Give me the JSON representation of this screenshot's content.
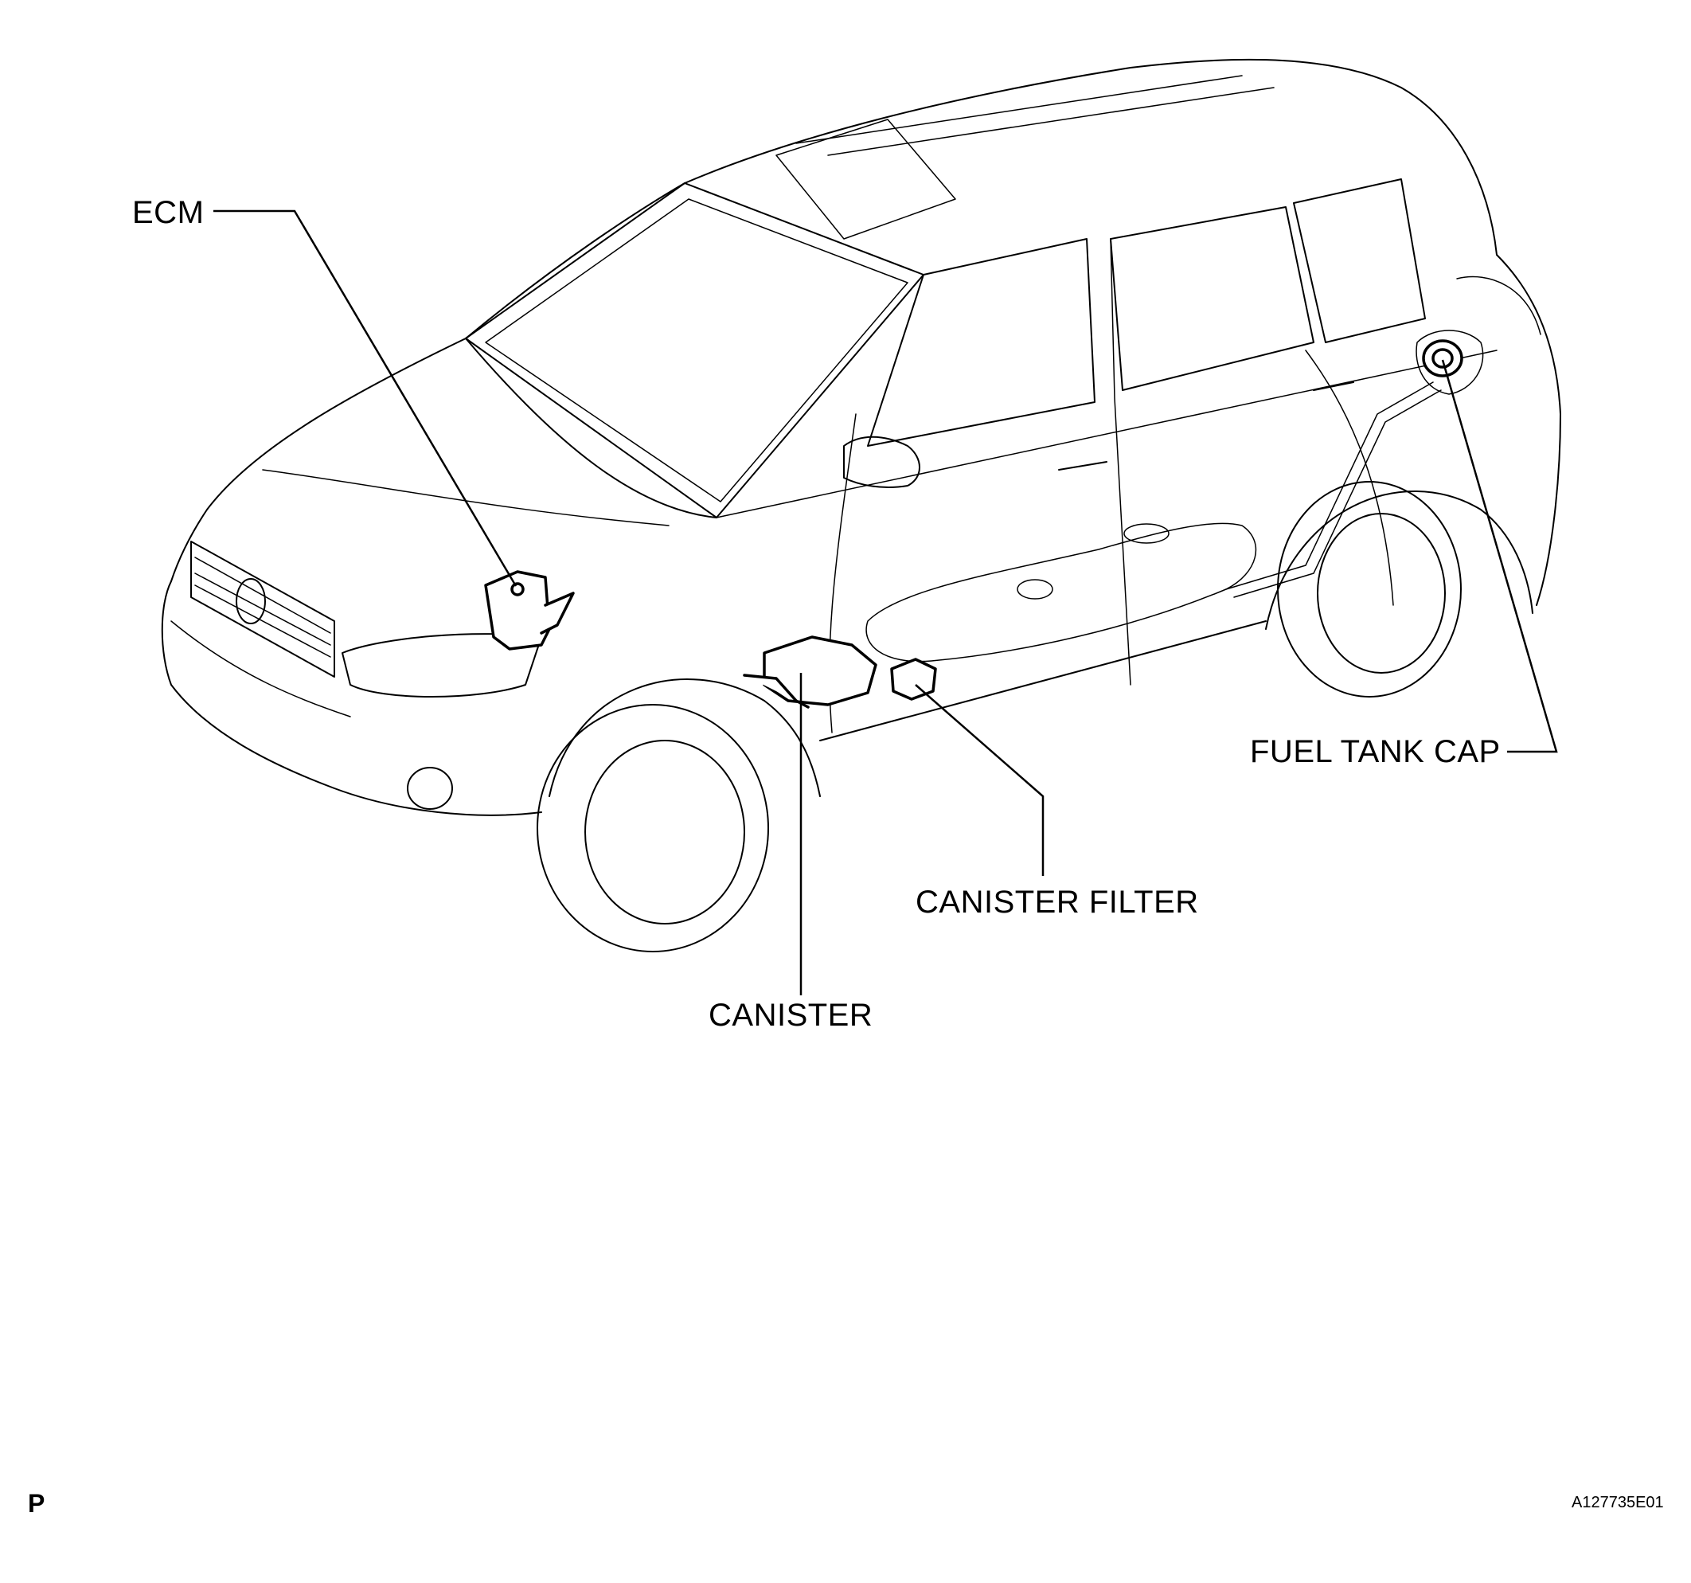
{
  "diagram": {
    "labels": {
      "ecm": "ECM",
      "fuel_tank_cap": "FUEL TANK CAP",
      "canister_filter": "CANISTER FILTER",
      "canister": "CANISTER"
    },
    "page_mark": "P",
    "figure_id": "A127735E01"
  }
}
